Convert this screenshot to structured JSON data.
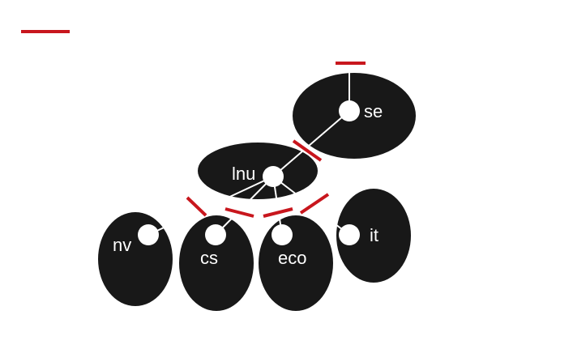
{
  "diagram": {
    "colors": {
      "ellipse": "#181818",
      "node": "#ffffff",
      "edge": "#ffffff",
      "marker": "#c8161d",
      "background": "#ffffff"
    },
    "labels": {
      "se": "se",
      "lnu": "lnu",
      "nv": "nv",
      "cs": "cs",
      "eco": "eco",
      "it": "it"
    }
  }
}
